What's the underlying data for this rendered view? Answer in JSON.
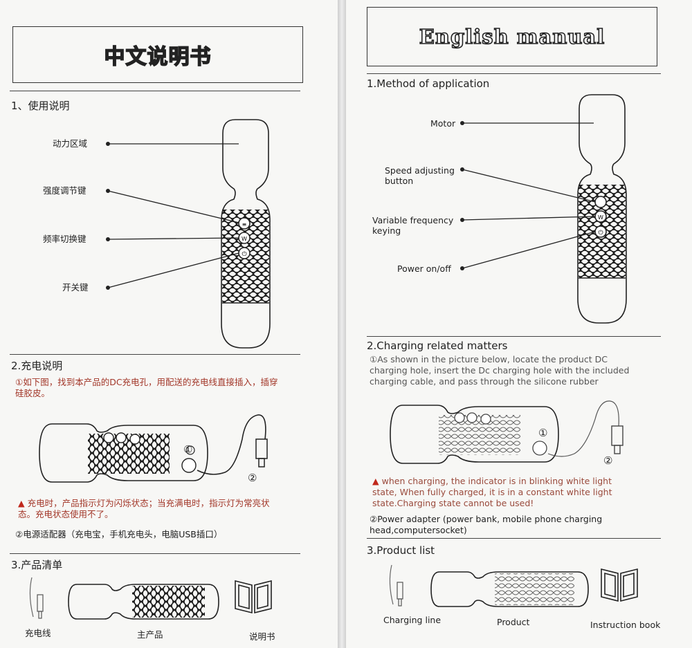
{
  "left": {
    "title": "中文说明书",
    "section1": {
      "heading": "1、使用说明",
      "labels": {
        "motor": "动力区域",
        "speed": "强度调节键",
        "frequency": "频率切换键",
        "power": "开关键"
      }
    },
    "section2": {
      "heading": "2.充电说明",
      "item1": "①如下图，找到本产品的DC充电孔，用配送的充电线直接插入，插穿硅胶皮。",
      "warning": "充电时，产品指示灯为闪烁状态；当充满电时，指示灯为常亮状态。充电状态使用不了。",
      "item2": "②电源适配器（充电宝，手机充电头，电脑USB插口）",
      "callout1": "①",
      "callout2": "②"
    },
    "section3": {
      "heading": "3.产品清单",
      "captions": {
        "cable": "充电线",
        "product": "主产品",
        "book": "说明书"
      }
    }
  },
  "right": {
    "title": "English manual",
    "section1": {
      "heading": "1.Method of application",
      "labels": {
        "motor": "Motor",
        "speed_1": "Speed adjusting",
        "speed_2": "button",
        "frequency_1": "Variable frequency",
        "frequency_2": "keying",
        "power": "Power on/off"
      }
    },
    "section2": {
      "heading": "2.Charging related matters",
      "item1": "①As shown in the picture below, locate the product DC charging hole, insert the Dc charging hole with the included charging cable, and pass through the silicone rubber",
      "warning": "when charging, the indicator is in blinking white light state, When fully charged, it is in a constant white light state.Charging state cannot be used!",
      "item2": "②Power adapter (power bank, mobile phone charging head,computersocket)",
      "callout1": "①",
      "callout2": "②"
    },
    "section3": {
      "heading": "3.Product list",
      "captions": {
        "cable": "Charging line",
        "product": "Product",
        "book": "Instruction book"
      }
    }
  },
  "warning_symbol": "▲"
}
